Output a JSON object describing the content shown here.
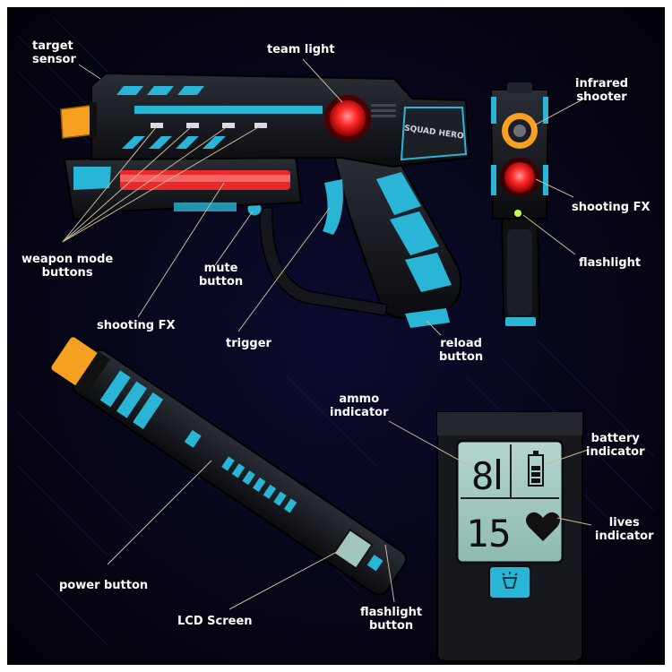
{
  "brand_text": "SQUAD HERO",
  "lcd": {
    "ammo": "8",
    "lives": "15"
  },
  "labels": {
    "target_sensor": "target\nsensor",
    "team_light": "team light",
    "infrared_shooter": "infrared\nshooter",
    "shooting_fx_right": "shooting FX",
    "flashlight": "flashlight",
    "weapon_mode_buttons": "weapon mode\nbuttons",
    "mute_button": "mute\nbutton",
    "shooting_fx_left": "shooting FX",
    "trigger": "trigger",
    "reload_button": "reload\nbutton",
    "ammo_indicator": "ammo\nindicator",
    "battery_indicator": "battery\nindicator",
    "lives_indicator": "lives\nindicator",
    "power_button": "power button",
    "lcd_screen": "LCD Screen",
    "flashlight_button": "flashlight\nbutton"
  },
  "colors": {
    "background": "#060618",
    "accent_cyan": "#29b6d6",
    "team_light_red": "#ff2a2a",
    "barrel_orange": "#f5a020",
    "lcd_green": "#9fc7c0",
    "leader_line": "#c8b89a"
  },
  "icons": [
    "heart-icon",
    "battery-icon",
    "flashlight-icon"
  ]
}
